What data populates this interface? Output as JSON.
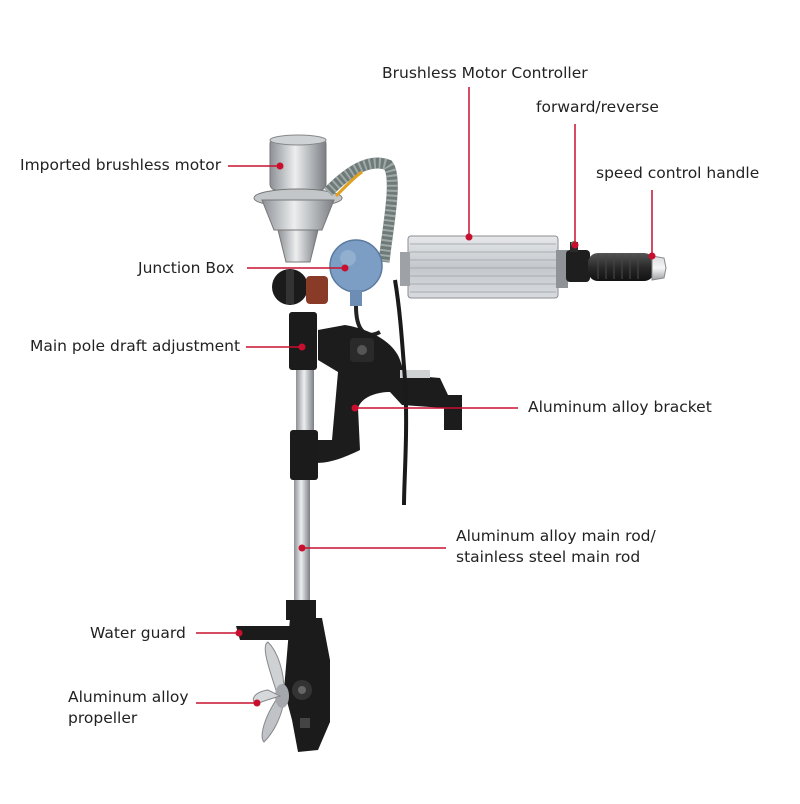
{
  "labels": {
    "motor": "Imported brushless motor",
    "controller": "Brushless Motor Controller",
    "forward_reverse": "forward/reverse",
    "speed_handle": "speed control handle",
    "junction_box": "Junction Box",
    "draft_adjustment": "Main pole draft adjustment",
    "bracket": "Aluminum alloy bracket",
    "main_rod_line1": "Aluminum alloy main rod/",
    "main_rod_line2": "stainless steel main rod",
    "water_guard": "Water guard",
    "propeller_line1": "Aluminum alloy",
    "propeller_line2": "propeller"
  },
  "colors": {
    "leader": "#c8102e",
    "text": "#222222",
    "metal": "#b9bcc0",
    "black": "#1b1b1b",
    "blue_box": "#7d9ec4"
  }
}
